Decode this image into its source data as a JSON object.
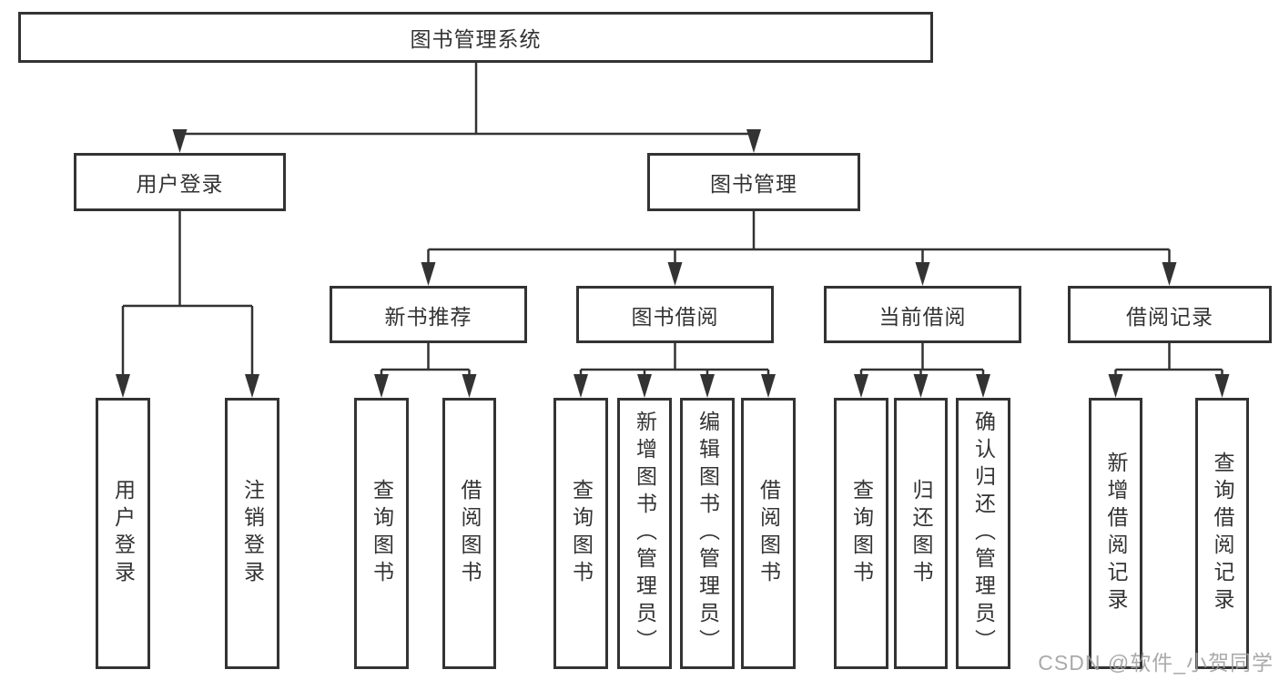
{
  "diagram": {
    "root": {
      "label": "图书管理系统"
    },
    "branches": [
      {
        "label": "用户登录",
        "children": [
          {
            "label": "用户登录"
          },
          {
            "label": "注销登录"
          }
        ]
      },
      {
        "label": "图书管理",
        "children": [
          {
            "label": "新书推荐",
            "children": [
              {
                "label": "查询图书"
              },
              {
                "label": "借阅图书"
              }
            ]
          },
          {
            "label": "图书借阅",
            "children": [
              {
                "label": "查询图书"
              },
              {
                "label": "新增图书（管理员）"
              },
              {
                "label": "编辑图书（管理员）"
              },
              {
                "label": "借阅图书"
              }
            ]
          },
          {
            "label": "当前借阅",
            "children": [
              {
                "label": "查询图书"
              },
              {
                "label": "归还图书"
              },
              {
                "label": "确认归还（管理员）"
              }
            ]
          },
          {
            "label": "借阅记录",
            "children": [
              {
                "label": "新增借阅记录"
              },
              {
                "label": "查询借阅记录"
              }
            ]
          }
        ]
      }
    ]
  },
  "watermark": {
    "text": "CSDN @软件_小贺同学"
  },
  "colors": {
    "line": "#333333",
    "text": "#333333",
    "background": "#ffffff",
    "watermark": "#9e9e9e"
  }
}
